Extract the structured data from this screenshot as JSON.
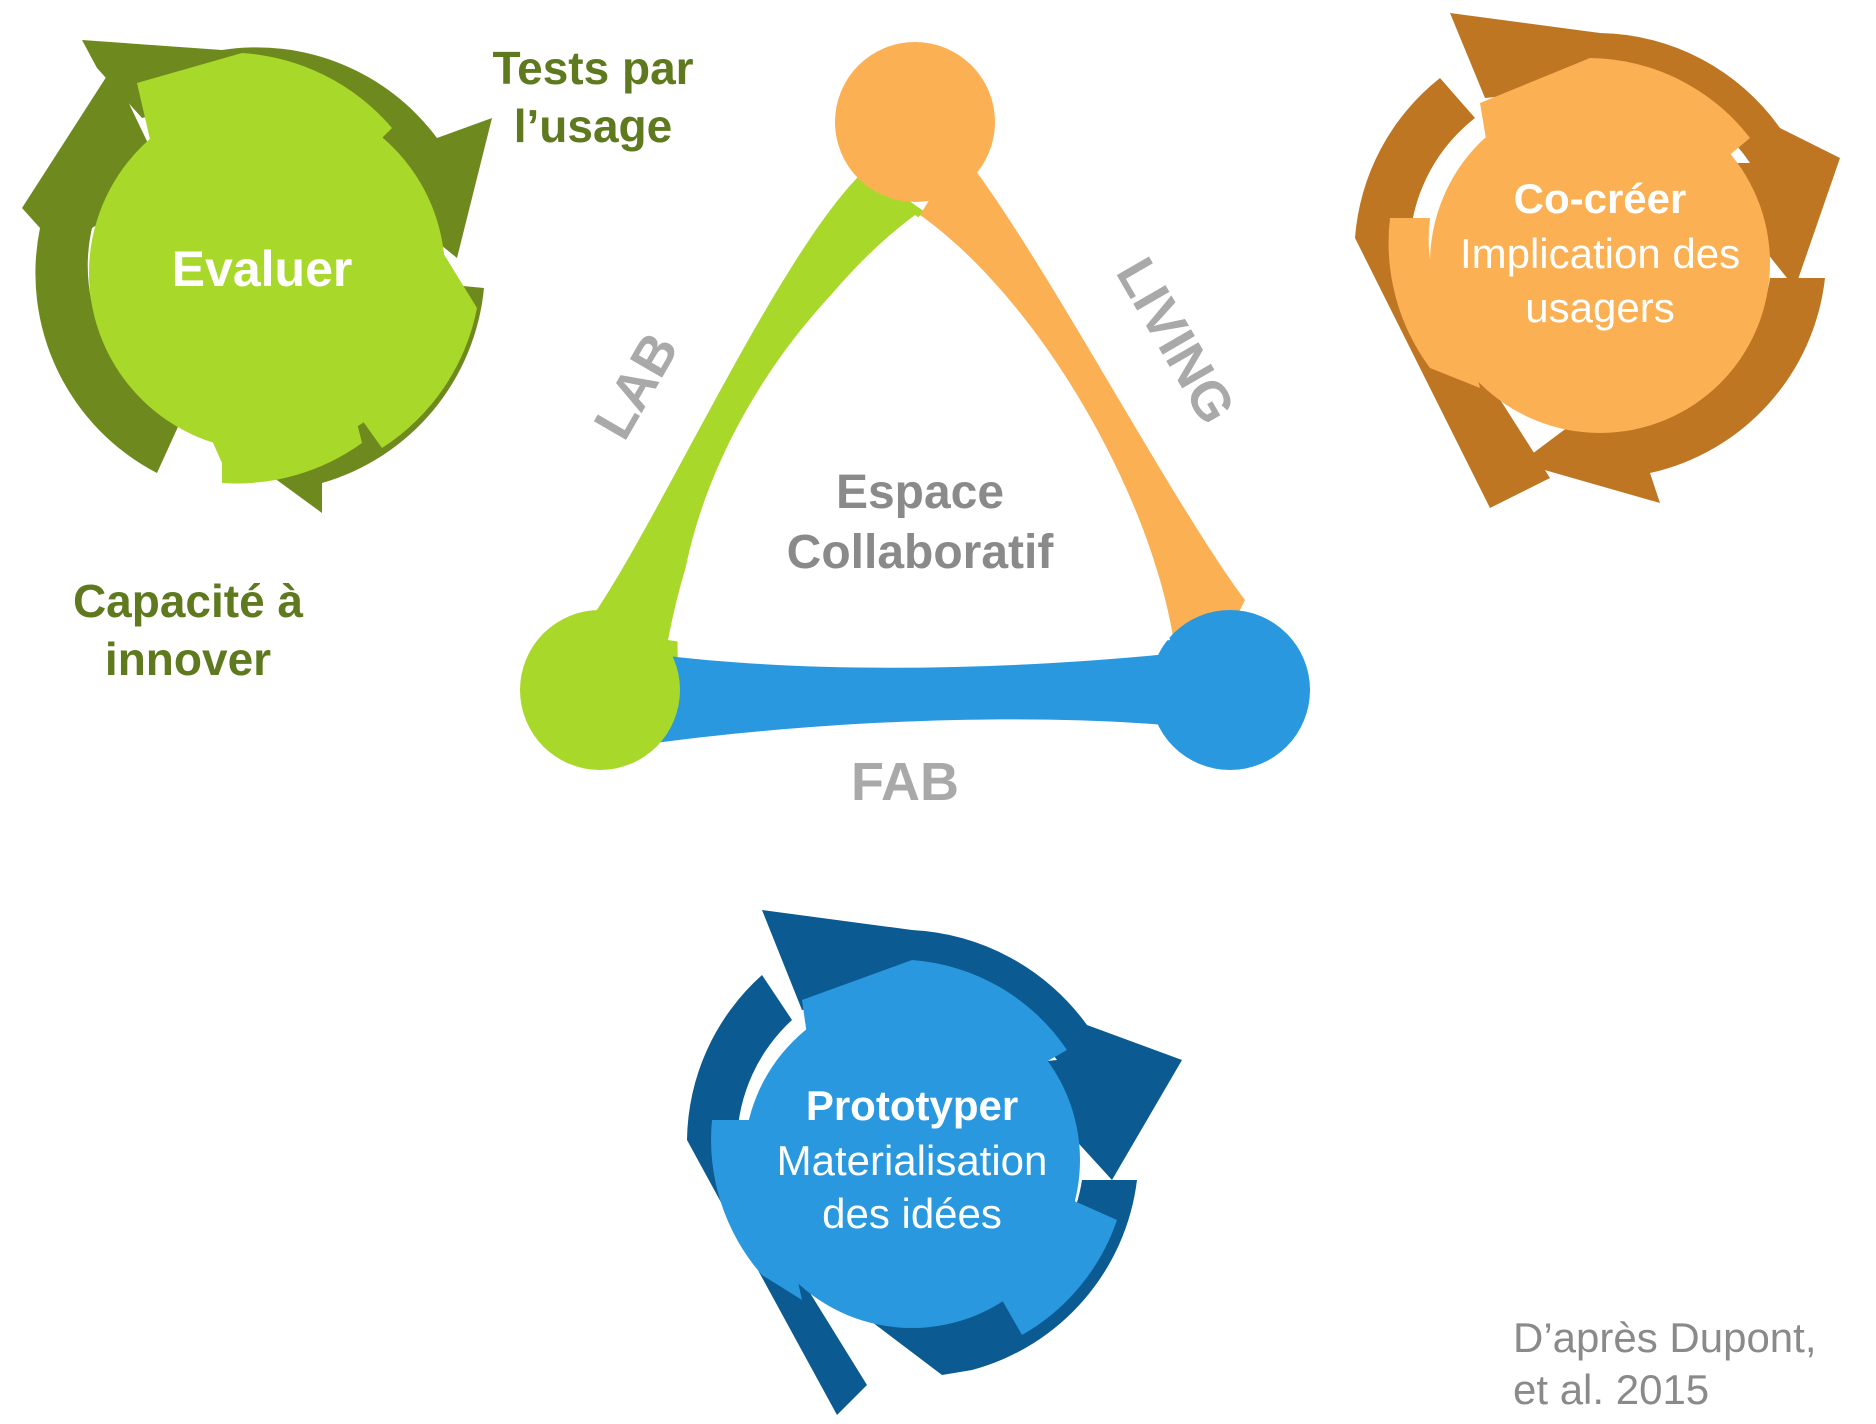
{
  "colors": {
    "green_light": "#a8d82a",
    "green_dark": "#6e8a1e",
    "green_text": "#5f7a1e",
    "orange_light": "#fbb053",
    "orange_dark": "#bf7623",
    "blue_light": "#2998df",
    "blue_dark": "#0b5a91",
    "gray_text": "#8a8a8a",
    "light_gray_text": "#a9a9a9",
    "white": "#ffffff"
  },
  "cycles": {
    "evaluer": {
      "title": "Evaluer",
      "label_top": [
        "Tests par",
        "l’usage"
      ],
      "label_bottom": [
        "Capacité à",
        "innover"
      ]
    },
    "cocreer": {
      "title": "Co-créer",
      "lines": [
        "Implication des",
        "usagers"
      ]
    },
    "prototyper": {
      "title": "Prototyper",
      "lines": [
        "Materialisation",
        "des idées"
      ]
    }
  },
  "triangle": {
    "center": [
      "Espace",
      "Collaboratif"
    ],
    "side_left": "LAB",
    "side_right": "LIVING",
    "side_bottom": "FAB"
  },
  "citation": [
    "D’après Dupont,",
    "et al. 2015"
  ]
}
